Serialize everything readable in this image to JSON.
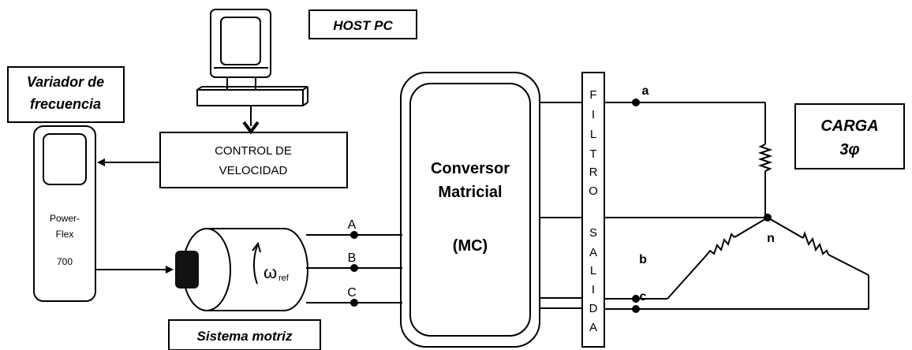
{
  "labels": {
    "host_pc": "HOST PC",
    "variador_line1": "Variador de",
    "variador_line2": "frecuencia",
    "control_line1": "CONTROL DE",
    "control_line2": "VELOCIDAD",
    "powerflex_line1": "Power-",
    "powerflex_line2": "Flex",
    "powerflex_line3": "700",
    "sistema_motriz": "Sistema motriz",
    "omega": "ω",
    "omega_sub": "ref",
    "phase_A": "A",
    "phase_B": "B",
    "phase_C": "C",
    "conversor_line1": "Conversor",
    "conversor_line2": "Matricial",
    "conversor_line3": "(MC)",
    "filtro": [
      "F",
      "I",
      "L",
      "T",
      "R",
      "O"
    ],
    "salida": [
      "S",
      "A",
      "L",
      "I",
      "D",
      "A"
    ],
    "node_a": "a",
    "node_b": "b",
    "node_c": "c",
    "node_n": "n",
    "carga_line1": "CARGA",
    "carga_line2": "3φ"
  }
}
